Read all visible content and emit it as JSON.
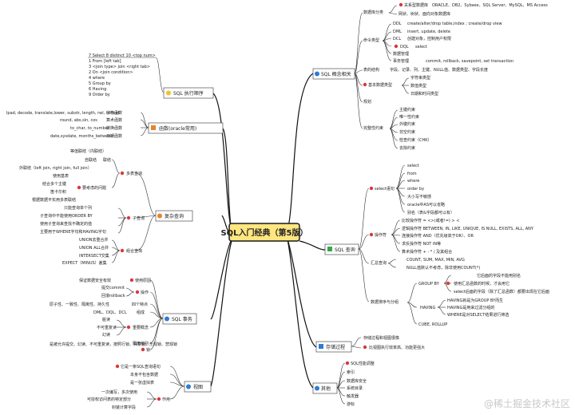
{
  "center": "SQL入门经典（第5版）",
  "watermark": "@稀土掘金技术社区",
  "sql_concepts": {
    "title": "SQL 概念相关",
    "db_categories": {
      "label": "数据库分类",
      "items": [
        "关系型数据库",
        "ORACLE、DB2、Sybase、SQL Server、MySQL、MS Access",
        "网状、树状、面向对象数据库"
      ]
    },
    "command_types": {
      "label": "命令类型",
      "ddl": "DDL",
      "ddl_v": "create/alter/drop table,index ; create/drop view",
      "dml": "DML",
      "dml_v": "insert, update, delete",
      "dcl": "DCL",
      "dcl_v": "创建对象，控制用户权限",
      "dql": "DQL",
      "dql_v": "select",
      "mgmt": "数据管理",
      "tx": "事务管理",
      "tx_v": "commit, rollback, savepoint, set transaction"
    },
    "table_structure": {
      "label": "表的结构",
      "value": "字段、记录、列、主键、NULL值、数据类型、字段长度"
    },
    "basic_types": {
      "label": "基本数据类型",
      "items": [
        "字符串类型",
        "数值类型",
        "日期和时间类型"
      ]
    },
    "normalization": "规划",
    "integrity": {
      "label": "完整性约束",
      "items": [
        "主键约束",
        "唯一性约束",
        "外键约束",
        "非空约束",
        "检查约束（CHK）",
        "去除约束"
      ]
    }
  },
  "sql_query": {
    "title": "SQL 查询",
    "select_stmt": {
      "label": "select语句",
      "items": [
        "select",
        "from",
        "where",
        "order by",
        "大小写不敏感",
        "oracle中AS可以省略",
        "别名（表&字段都可以有）"
      ]
    },
    "operators": {
      "label": "操作符",
      "items": [
        "比较操作符 =  <>(或者!=)  >  <",
        "逻辑操作符 BETWEEN, IN, LIKE, UNIQUE, IS NULL, EXISTS, ALL, ANY",
        "连接操作符 AND（优先级高于OR）、OR",
        "求反操作符 NOT IN等",
        "算术操作符 + - * / 及其组合"
      ]
    },
    "aggregate": {
      "label": "汇总查询",
      "items": [
        "COUNT, SUM, MAX, MIN, AVG",
        "NULL值默认不考虑，除非使用COUNT(*)"
      ]
    },
    "grouping": {
      "label": "数据排序与分组",
      "group_by": "GROUP BY",
      "items": [
        "它后面的字段不能用别名",
        "使用汇总函数的时候，才会用它",
        "select后面的字段（除了汇总函数）都要出现在它后面"
      ],
      "having": "HAVING",
      "having_items": [
        "HAVING就是为GROUP BY而生",
        "HAVING是用来过滤分组的",
        "WHERE是对SELECT结果进行筛选"
      ],
      "cube": "CUBE, ROLLUP"
    }
  },
  "procedures": {
    "title": "存储过程",
    "items": [
      "存储过程和视图很像",
      "比视图执行效率高、功能更强大"
    ]
  },
  "others": {
    "title": "其他",
    "items": [
      "SQL性能调整",
      "索引",
      "数据库安全",
      "系统目录",
      "触发器",
      "游标"
    ]
  },
  "exec_order": {
    "title": "SQL 执行顺序",
    "items": [
      "7 Select   8 distinct   10 <top num>",
      "1 From  [left tab]",
      "3 <join type> join <right tab>",
      "2 On <join condition>",
      "4 where",
      "5 Group by",
      "6 Having",
      "9 Order by"
    ]
  },
  "functions": {
    "title": "函数(oracle常用)",
    "rows": [
      [
        "lpad, decode, translate,lower, substr, length, rwl, concat",
        "字符函数"
      ],
      [
        "round, abs,sin, cos",
        "算术函数"
      ],
      [
        "to_char, to_number",
        "转换函数"
      ],
      [
        "date,sysdate, months_between",
        "日期函数"
      ]
    ]
  },
  "complex_query": {
    "title": "复杂查询",
    "multi_table": {
      "label": "多表查询",
      "equi": "等值联结（内联结）",
      "self": "自联结",
      "join": "联结",
      "outer": "外联结（left join, right join, full join）",
      "alias": "使用基表",
      "multi_key": "结合多个主键",
      "cartesian": "笛卡尔积",
      "consider": "要考虑的问题",
      "by_data": "根据数据平实用多表联结"
    },
    "subquery": {
      "label": "子查询",
      "items": [
        "只能查询单个列",
        "子查询中不能使用ORDER BY",
        "使用子查询来查找不确定的值",
        "主要用于WHERE字句和HAVING字句"
      ]
    },
    "compound": {
      "label": "组合查询",
      "items": [
        "UNION去重合并",
        "UNION ALL合并",
        "INTERSECT交集",
        "EXPECT（MINUS）差集"
      ]
    }
  },
  "transactions": {
    "title": "SQL 事务",
    "why": {
      "label": "使用原因",
      "value": "保证数据安全有效"
    },
    "ops": {
      "label": "操作",
      "items": [
        "提交commit",
        "回滚rollback"
      ]
    },
    "acid": {
      "label": "四个特点",
      "value": "原子性、一致性、隔离性、持久性"
    },
    "scope": {
      "label": "组成",
      "value": "DML、DQL、DCL"
    },
    "isolation": {
      "label": "隔离级别",
      "problems_label": "重要概念",
      "items": [
        "脏读",
        "不可重复读",
        "幻读"
      ]
    },
    "locks": {
      "label": "锁",
      "value": "是被允许提交、幻读、不可重复读，按照行锁、共享锁、乐观锁、悲观锁"
    }
  },
  "views": {
    "title": "视图",
    "items": [
      "它是一条SQL查询语句",
      "本身不包含数据",
      "是一张虚拟表"
    ],
    "usage_label": "作用",
    "usage": [
      "一次编写，多次使用",
      "可授权访问表的特定部分",
      "封装计算字段"
    ]
  },
  "colors": {
    "line": "#333333",
    "center_border": "#1a1a1a",
    "center_fill": "#ffe680",
    "icon_blue": "#2f7cd3",
    "icon_yellow": "#f2c12e",
    "icon_green": "#35a84a",
    "icon_orange": "#e8832a",
    "icon_red": "#d93838"
  }
}
